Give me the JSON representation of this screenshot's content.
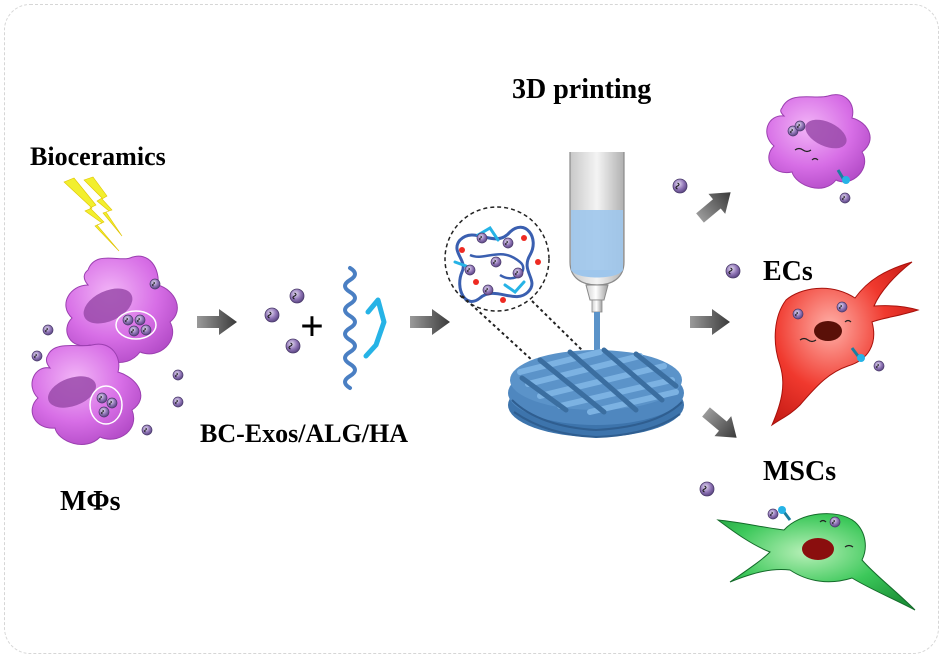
{
  "labels": {
    "bioceramics": "Bioceramics",
    "macrophages": "MΦs",
    "bioink": "BC-Exos/ALG/HA",
    "printing": "3D printing",
    "ecs": "ECs",
    "mscs": "MSCs",
    "plus": "+"
  },
  "colors": {
    "macrophage": "#d76ee6",
    "endothelial": "#ee2a22",
    "stem_cell": "#2db84a",
    "exosome": "#8f74b6",
    "scaffold": "#5b93c9",
    "lightning": "#f2ef2e",
    "alginate": "#4a7fc3",
    "hyaluronic_acid": "#26b3e6"
  }
}
